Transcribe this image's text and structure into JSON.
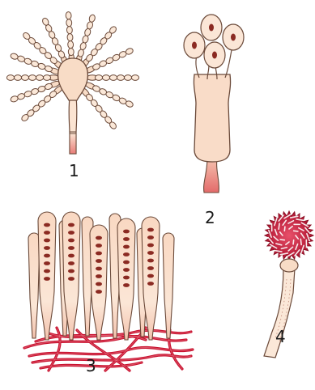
{
  "figures": [
    {
      "label": "1",
      "depicts": "conidiophore"
    },
    {
      "label": "2",
      "depicts": "basidium"
    },
    {
      "label": "3",
      "depicts": "asci"
    },
    {
      "label": "4",
      "depicts": "sporangium"
    }
  ],
  "colors": {
    "cell_fill": "#f8dcc6",
    "cell_fill_light": "#fbe8d8",
    "outline": "#6b4a3a",
    "accent": "#c8102e",
    "spore_dark": "#8b2a22"
  }
}
